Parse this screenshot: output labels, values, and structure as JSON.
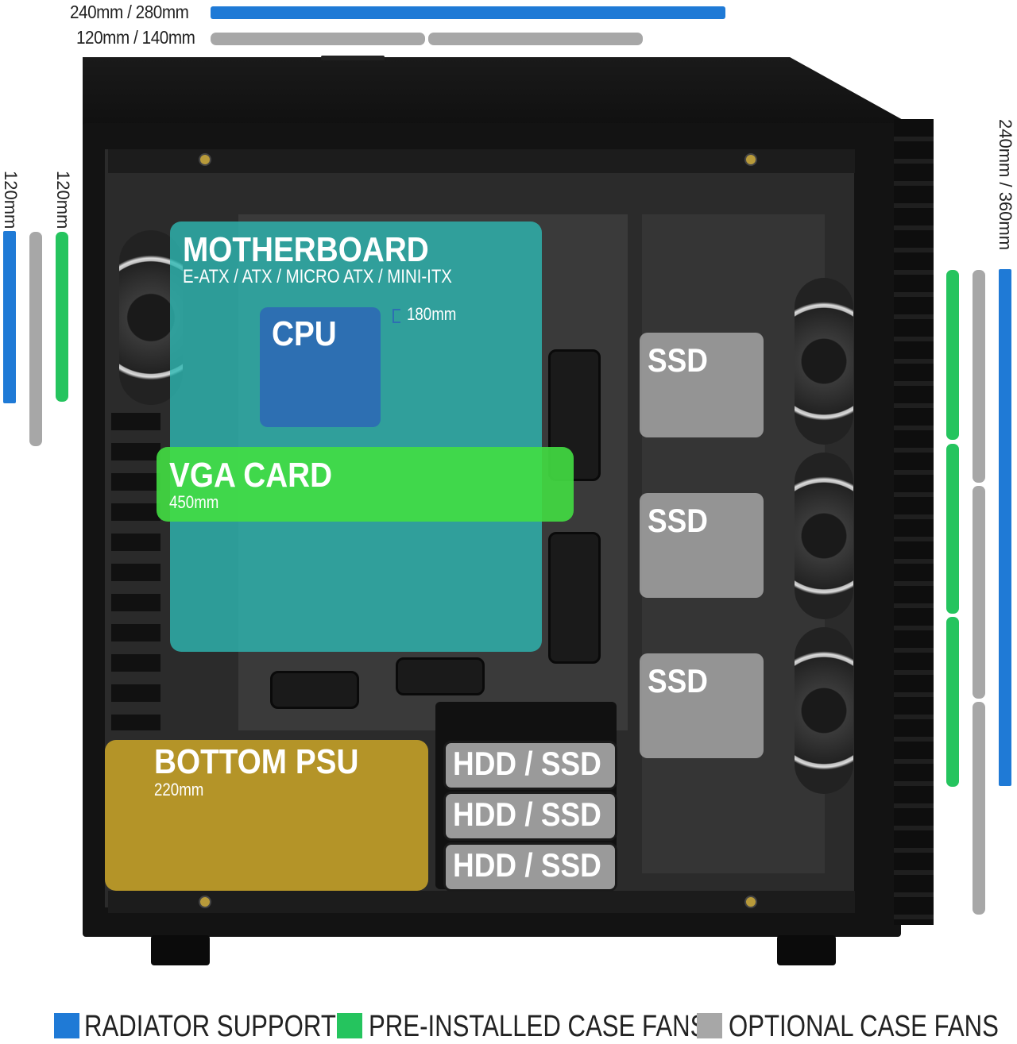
{
  "top_bars": {
    "radiator_label": "240mm / 280mm",
    "fan_label": "120mm / 140mm"
  },
  "left_bars": {
    "radiator_label": "120mm",
    "fan_label": "120mm"
  },
  "right_bars": {
    "radiator_label": "240mm / 360mm"
  },
  "components": {
    "motherboard_title": "MOTHERBOARD",
    "motherboard_sub": "E-ATX / ATX / MICRO ATX / MINI-ITX",
    "cpu_title": "CPU",
    "cpu_cooler": "180mm",
    "vga_title": "VGA CARD",
    "vga_sub": "450mm",
    "psu_title": "BOTTOM PSU",
    "psu_sub": "220mm",
    "ssd_labels": [
      "SSD",
      "SSD",
      "SSD"
    ],
    "hdd_labels": [
      "HDD / SSD",
      "HDD / SSD",
      "HDD / SSD"
    ]
  },
  "legend": [
    {
      "label": "RADIATOR SUPPORT",
      "color": "#1f7ad6"
    },
    {
      "label": "PRE-INSTALLED CASE FANS",
      "color": "#25c45e"
    },
    {
      "label": "OPTIONAL CASE FANS",
      "color": "#a7a7a7"
    }
  ],
  "colors": {
    "radiator": "#1f7ad6",
    "preinstalled": "#25c45e",
    "optional": "#a7a7a7",
    "motherboard": "#2eb9b4",
    "cpu": "#2d6fb2",
    "vga": "#42de42",
    "psu": "#d7af28",
    "ssd": "#aaaaaa"
  }
}
